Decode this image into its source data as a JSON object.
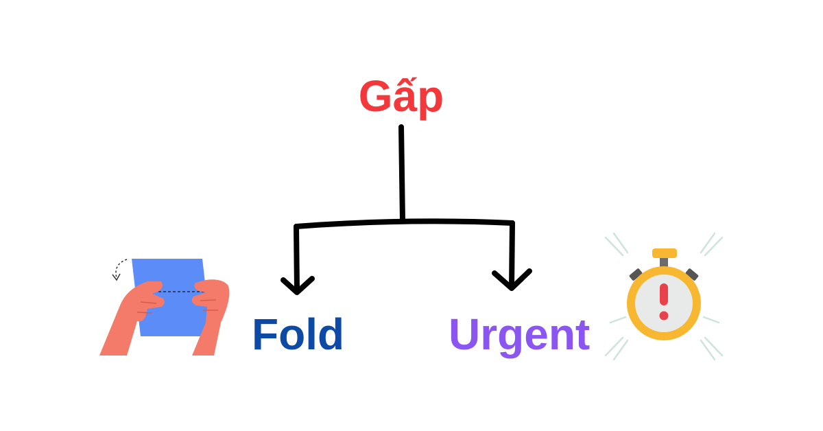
{
  "diagram": {
    "root": {
      "text": "Gấp",
      "color": "#f2383b"
    },
    "branches": [
      {
        "text": "Fold",
        "color": "#0d4aa6",
        "icon": "folding-paper-hands-icon"
      },
      {
        "text": "Urgent",
        "color": "#8b55f2",
        "icon": "stopwatch-alert-icon"
      }
    ],
    "colors": {
      "arrow": "#000000",
      "paper": "#5b8cf7",
      "skin": "#f47b69",
      "watch_body": "#f7b731",
      "watch_face": "#e8eaea",
      "alert": "#e9414b",
      "rays": "#cfe3de"
    }
  }
}
